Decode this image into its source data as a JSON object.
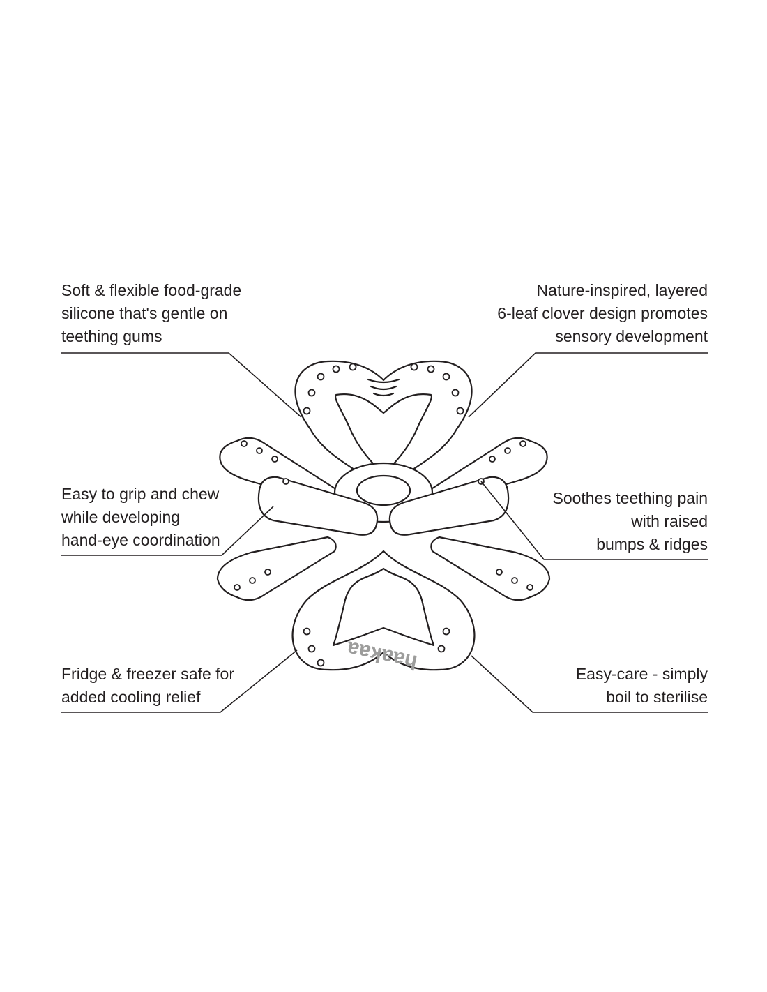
{
  "features": {
    "top_left": "Soft & flexible food-grade\nsilicone that's gentle on\nteething gums",
    "top_right": "Nature-inspired, layered\n6-leaf clover design promotes\nsensory development",
    "mid_left": "Easy to grip and chew\nwhile developing\nhand-eye coordination",
    "mid_right": "Soothes teething pain\nwith raised\nbumps & ridges",
    "bottom_left": "Fridge & freezer safe for\nadded cooling relief",
    "bottom_right": "Easy-care - simply\nboil to sterilise"
  },
  "product": {
    "logo_text": "haakaa"
  },
  "colors": {
    "line": "#231f20",
    "logo": "#9d9d9c"
  }
}
